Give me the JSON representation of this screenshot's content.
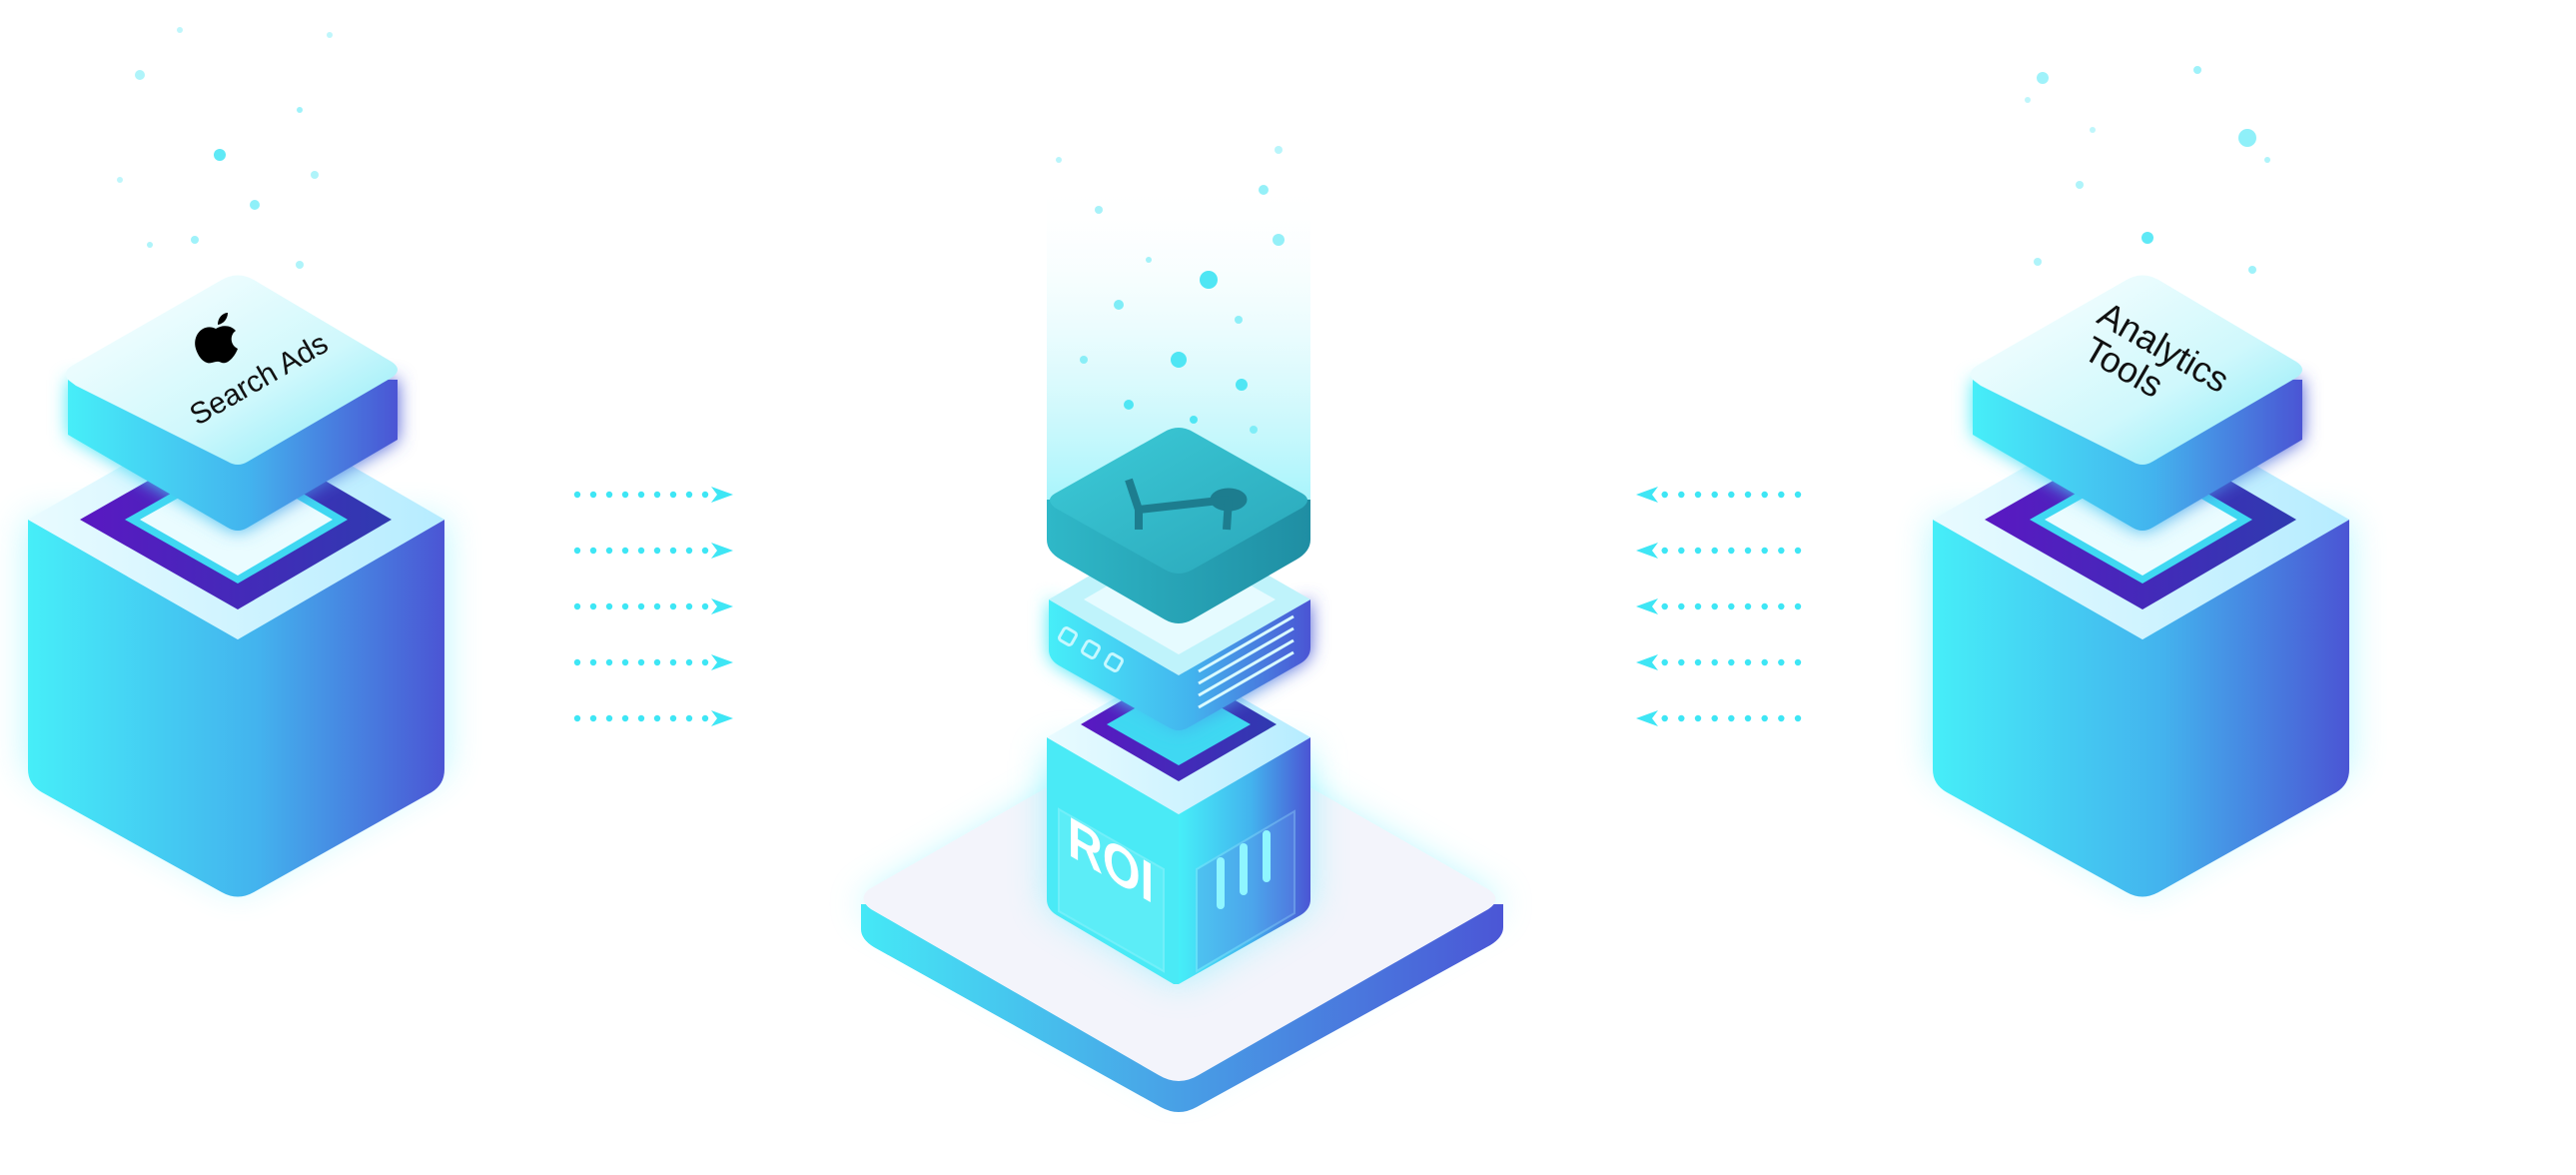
{
  "left_block": {
    "logo_icon": "apple-logo-icon",
    "label": "Search Ads"
  },
  "center_block": {
    "label": "ROI",
    "top_icon": "network-nodes-icon",
    "server_icon": "server-icon",
    "chart_icon": "bar-lines-icon"
  },
  "right_block": {
    "label_line1": "Analytics",
    "label_line2": "Tools"
  },
  "arrows": {
    "left_group_direction": "right",
    "right_group_direction": "left",
    "rows": 5
  },
  "colors": {
    "cyan": "#3ee6f5",
    "blue": "#4a5ad6",
    "teal": "#2bb3c4",
    "purple": "#4a1fb8",
    "platform": "#f3f4fb",
    "glow": "#6ff3ff"
  }
}
